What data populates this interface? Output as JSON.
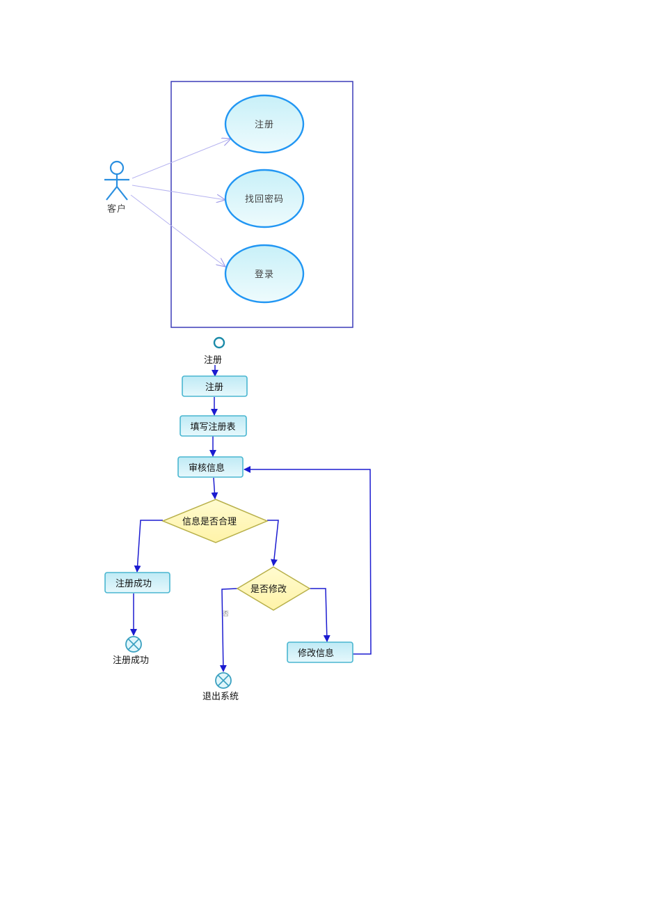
{
  "use_case": {
    "actor": "客户",
    "use_cases": [
      "注册",
      "找回密码",
      "登录"
    ]
  },
  "activity": {
    "start_label": "注册",
    "register": "注册",
    "fill_form": "填写注册表",
    "review": "审核信息",
    "decision_valid": "信息是否合理",
    "success_action": "注册成功",
    "decision_modify": "是否修改",
    "branch_no": "否",
    "modify_action": "修改信息",
    "end_success": "注册成功",
    "end_exit": "退出系统"
  },
  "colors": {
    "uc_fill": "#d7f5fb",
    "uc_stroke": "#2196f3",
    "act_fill": "#c9eff7",
    "act_stroke": "#49b6d0",
    "decision_fill": "#fff9c4",
    "decision_stroke": "#b8b04a",
    "flow": "#1b1bd0",
    "assoc": "#b6b3f0",
    "boundary": "#3b3bb8"
  }
}
